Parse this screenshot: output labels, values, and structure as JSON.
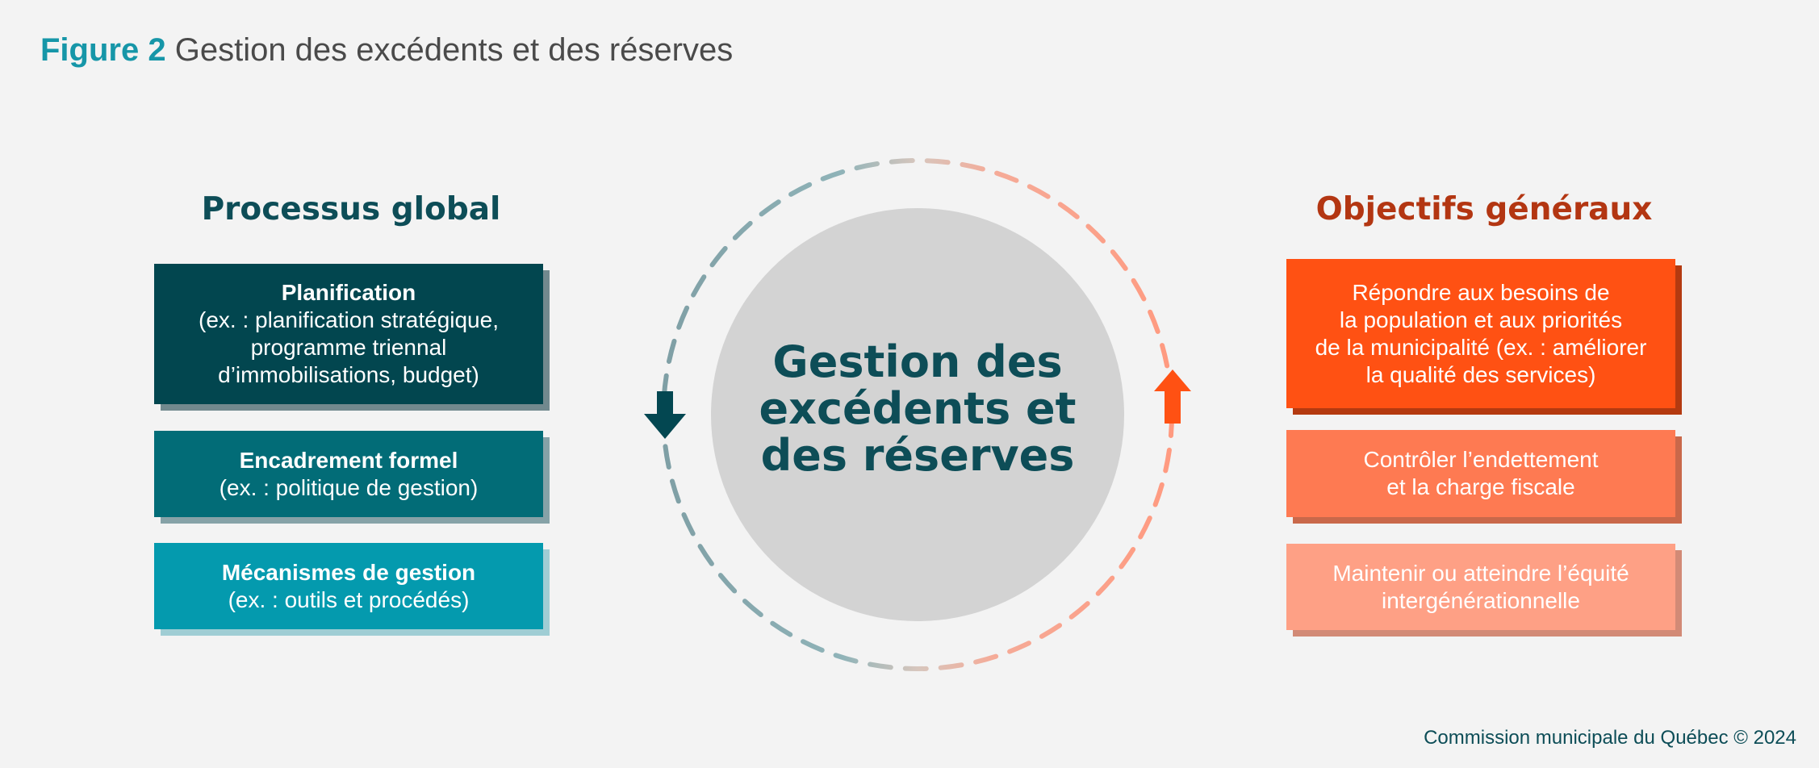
{
  "figure": {
    "number": "Figure 2",
    "title": "Gestion des excédents et des réserves"
  },
  "left_column": {
    "heading": "Processus global",
    "boxes": [
      {
        "title": "Planification",
        "lines": [
          "(ex. : planification stratégique,",
          "programme triennal",
          "d’immobilisations, budget)"
        ],
        "color": "#02464f"
      },
      {
        "title": "Encadrement formel",
        "lines": [
          "(ex. : politique de gestion)"
        ],
        "color": "#026c77"
      },
      {
        "title": "Mécanismes de gestion",
        "lines": [
          "(ex. : outils et procédés)"
        ],
        "color": "#049aae"
      }
    ]
  },
  "center": {
    "lines": [
      "Gestion des",
      "excédents et",
      "des réserves"
    ],
    "circle_color": "#d3d3d3",
    "left_arrow": "arrow-down-icon",
    "right_arrow": "arrow-up-icon"
  },
  "right_column": {
    "heading": "Objectifs généraux",
    "boxes": [
      {
        "lines": [
          "Répondre aux besoins de",
          "la population et aux priorités",
          "de la municipalité (ex. : améliorer",
          "la qualité des services)"
        ],
        "color": "#ff5113"
      },
      {
        "lines": [
          "Contrôler l’endettement",
          "et la charge fiscale"
        ],
        "color": "#fe7a52"
      },
      {
        "lines": [
          "Maintenir ou atteindre l’équité",
          "intergénérationnelle"
        ],
        "color": "#fea085"
      }
    ]
  },
  "credit": "Commission municipale du Québec © 2024",
  "colors": {
    "teal_accent": "#1696a8",
    "dark_teal": "#0d4d57",
    "dark_orange": "#b33612",
    "orange": "#ff5113",
    "background": "#f3f3f3"
  }
}
